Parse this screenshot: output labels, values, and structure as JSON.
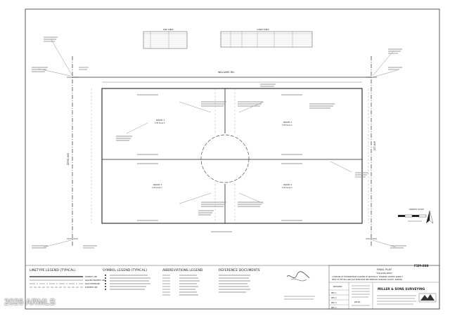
{
  "drawing": {
    "sheet_id": "FSM-888",
    "road_north": "WILLIAMS RD.",
    "road_west": "ZERO AVE",
    "road_east": "1ST AVE",
    "parcels": [
      {
        "label": "PARCEL 1",
        "area": "1.05 Acres ±"
      },
      {
        "label": "PARCEL 2",
        "area": "1.05 Acres ±"
      },
      {
        "label": "PARCEL 3",
        "area": "1.05 Acres ±"
      },
      {
        "label": "PARCEL 4",
        "area": "1.05 Acres ±"
      }
    ],
    "graphic_scale": "GRAPHIC SCALE",
    "line_table_title": "LINE TABLE",
    "curve_table_title": "CURVE TABLE"
  },
  "legends": {
    "linetype_title": "LINETYPE LEGEND (TYPICAL)",
    "linetype_items": [
      "PROPERTY LINE",
      "ADJACENT PROPERTY LINE",
      "ROAD CENTERLINE",
      "EASEMENT LINE"
    ],
    "symbol_title": "SYMBOL LEGEND (TYPICAL)",
    "abbrev_title": "ABBREVIATIONS LEGEND",
    "reference_title": "REFERENCE DOCUMENTS"
  },
  "title_block": {
    "heading": "FINAL PLAT",
    "project": "\"WILLIAMS ZERO\"",
    "desc_lines": [
      "A PORTION OF THE NORTHEAST QUARTER OF SECTION 14, TOWNSHIP 4 NORTH, RANGE 3",
      "WEST OF THE GILA AND SALT RIVER BASE AND MERIDIAN, MARICOPA COUNTY, ARIZONA"
    ],
    "company": "MILLER & SONS SURVEYING",
    "revisions": [
      "REV. 1",
      "REV. 2",
      "REV. 3",
      "REV. 4"
    ],
    "revisions_label": "REVISIONS",
    "job_no_label": "JOB NO."
  },
  "watermark": "2026 ARMLS",
  "colors": {
    "ink": "#222222",
    "paper": "#ffffff",
    "gray": "#999999"
  }
}
